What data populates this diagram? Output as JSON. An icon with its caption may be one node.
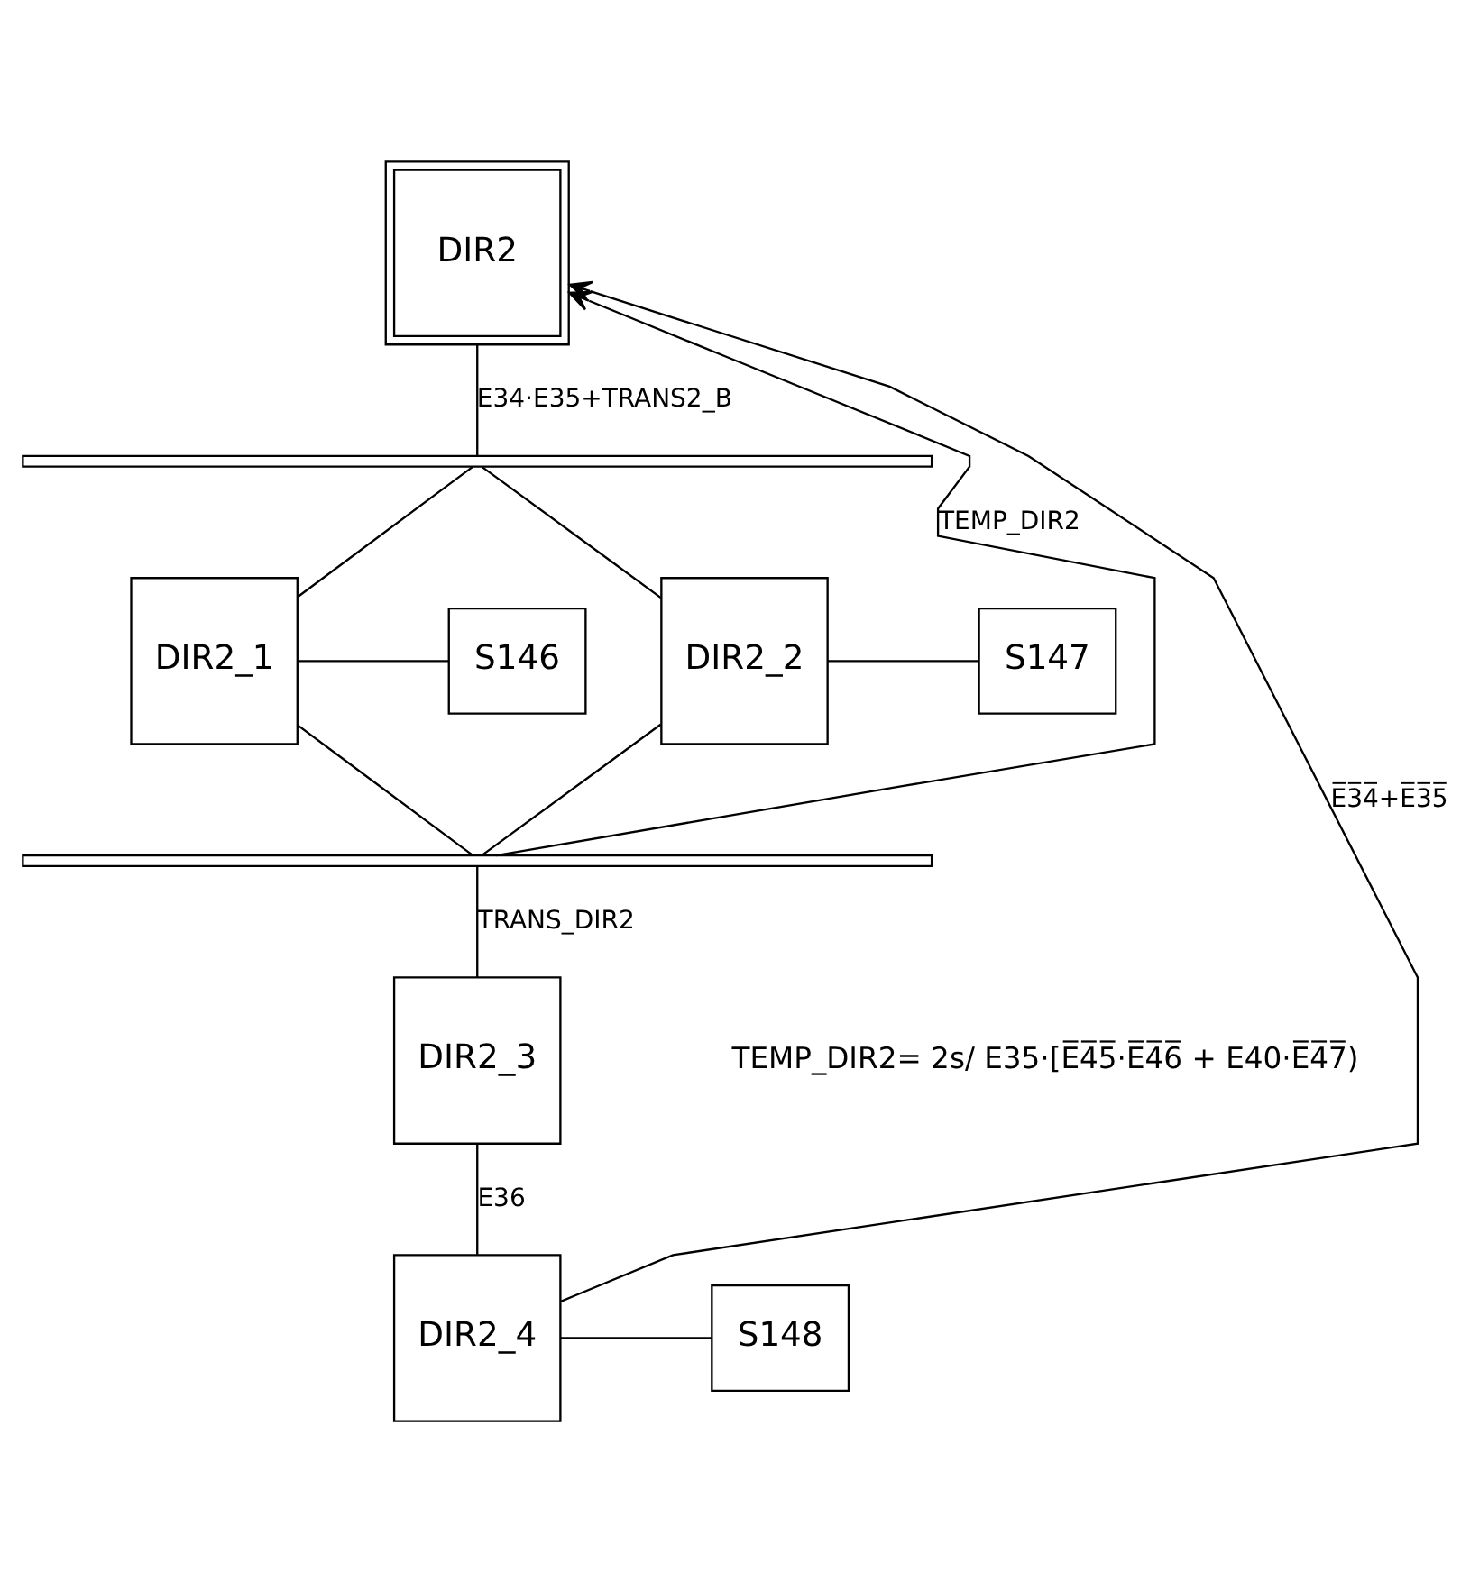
{
  "diagram": {
    "nodes": [
      {
        "text": [
          "DIR2"
        ]
      },
      {
        "text": [],
        "shape": "bar"
      },
      {
        "text": [
          "DIR2_1"
        ]
      },
      {
        "text": [
          "S146"
        ]
      },
      {
        "text": [
          "DIR2_2"
        ]
      },
      {
        "text": [
          "S147"
        ]
      },
      {
        "text": [],
        "shape": "bar"
      },
      {
        "text": [
          "DIR2_3"
        ]
      },
      {
        "text": [
          "DIR2_4"
        ]
      },
      {
        "text": [
          "S148"
        ]
      }
    ],
    "edges": [
      {
        "from": 0,
        "to": 1,
        "arrow": "none",
        "label": "E34·E35+TRANS2_B"
      },
      {
        "from": 1,
        "to": 2,
        "arrow": "none"
      },
      {
        "from": 1,
        "to": 4,
        "arrow": "none"
      },
      {
        "from": 2,
        "to": 3,
        "arrow": "none"
      },
      {
        "from": 4,
        "to": 5,
        "arrow": "none"
      },
      {
        "from": 2,
        "to": 6,
        "arrow": "none"
      },
      {
        "from": 4,
        "to": 6,
        "arrow": "none"
      },
      {
        "from": 6,
        "to": 7,
        "arrow": "none",
        "label": "TRANS_DIR2"
      },
      {
        "from": 6,
        "to": 0,
        "arrow": "to",
        "label": "TEMP_DIR2"
      },
      {
        "from": 7,
        "to": 8,
        "arrow": "none",
        "label": "E36"
      },
      {
        "from": 8,
        "to": 9,
        "arrow": "none"
      },
      {
        "from": 8,
        "to": 0,
        "arrow": "to",
        "label": "E̅3̅4̅+E̅3̅5̅"
      }
    ],
    "labels": [
      "TEMP_DIR2= 2s/ E35·[E̅4̅5̅·E̅4̅6̅ + E40·E̅4̅7̅)"
    ]
  }
}
